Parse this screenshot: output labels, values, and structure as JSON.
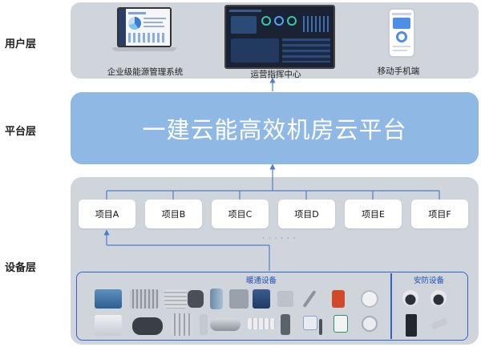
{
  "layers": {
    "user": "用户层",
    "platform": "平台层",
    "device": "设备层"
  },
  "user_layer": {
    "enterprise": "企业级能源管理系统",
    "command_center": "运营指挥中心",
    "mobile": "移动手机端"
  },
  "platform_layer": {
    "title": "一建云能高效机房云平台"
  },
  "device_layer": {
    "projects": [
      "项目A",
      "项目B",
      "项目C",
      "项目D",
      "项目E",
      "项目F"
    ],
    "ellipsis": "· · · · · ·",
    "hvac_group": "暖通设备",
    "security_group": "安防设备"
  },
  "colors": {
    "panel_gray": "#d0d4db",
    "platform_blue": "#8fb8e4",
    "connector_blue": "#4a7fd0",
    "group_border": "#2f63c8"
  },
  "icons": [
    "laptop-icon",
    "monitor-icon",
    "phone-icon",
    "camera-icon",
    "access-control-icon",
    "door-sensor-icon",
    "chiller-icon",
    "pump-icon",
    "fan-icon",
    "meter-icon"
  ]
}
